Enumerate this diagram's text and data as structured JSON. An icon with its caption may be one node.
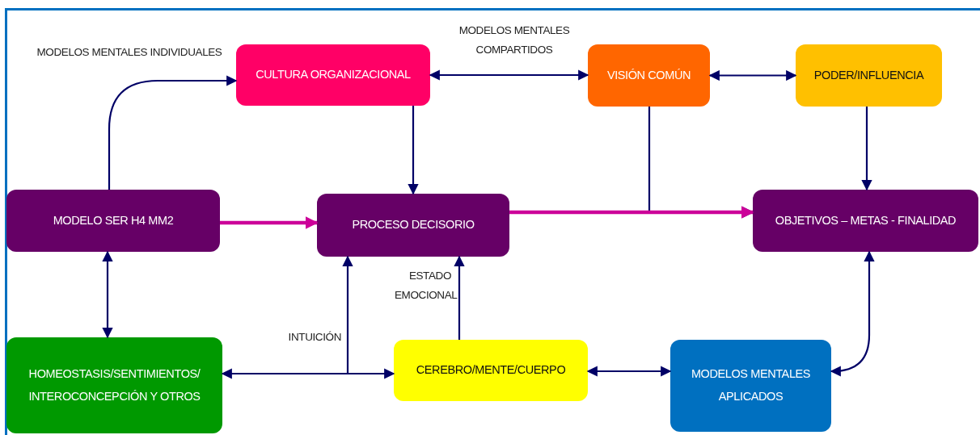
{
  "diagram": {
    "nodes": [
      {
        "text": [
          "CULTURA ORGANIZACIONAL"
        ]
      },
      {
        "text": [
          "VISIÓN COMÚN"
        ]
      },
      {
        "text": [
          "PODER/INFLUENCIA"
        ]
      },
      {
        "text": [
          "MODELO SER H4 MM2"
        ]
      },
      {
        "text": [
          "PROCESO DECISORIO"
        ]
      },
      {
        "text": [
          "OBJETIVOS – METAS - FINALIDAD"
        ]
      },
      {
        "text": [
          "HOMEOSTASIS/SENTIMIENTOS/ INTEROCONCEPCIÓN Y OTROS"
        ]
      },
      {
        "text": [
          "CEREBRO/MENTE/CUERPO"
        ]
      },
      {
        "text": [
          "MODELOS MENTALES APLICADOS"
        ]
      }
    ],
    "edges": [
      {
        "from": 3,
        "to": 0,
        "arrow": "to",
        "label": "MODELOS MENTALES INDIVIDUALES"
      },
      {
        "from": 0,
        "to": 1,
        "arrow": "both",
        "label": "MODELOS MENTALES COMPARTIDOS"
      },
      {
        "from": 1,
        "to": 2,
        "arrow": "both"
      },
      {
        "from": 0,
        "to": 4,
        "arrow": "to"
      },
      {
        "from": 1,
        "to": 5,
        "arrow": "to"
      },
      {
        "from": 2,
        "to": 5,
        "arrow": "to"
      },
      {
        "from": 3,
        "to": 4,
        "arrow": "to",
        "style": "thick",
        "color": "#cc0099"
      },
      {
        "from": 4,
        "to": 5,
        "arrow": "to",
        "style": "thick",
        "color": "#cc0099"
      },
      {
        "from": 3,
        "to": 6,
        "arrow": "both"
      },
      {
        "from": 6,
        "to": 7,
        "arrow": "both"
      },
      {
        "from": 6,
        "to": 4,
        "arrow": "to",
        "label": "INTUICIÓN"
      },
      {
        "from": 7,
        "to": 4,
        "arrow": "to",
        "label": "ESTADO EMOCIONAL"
      },
      {
        "from": 7,
        "to": 8,
        "arrow": "both"
      },
      {
        "from": 8,
        "to": 5,
        "arrow": "both"
      }
    ]
  }
}
